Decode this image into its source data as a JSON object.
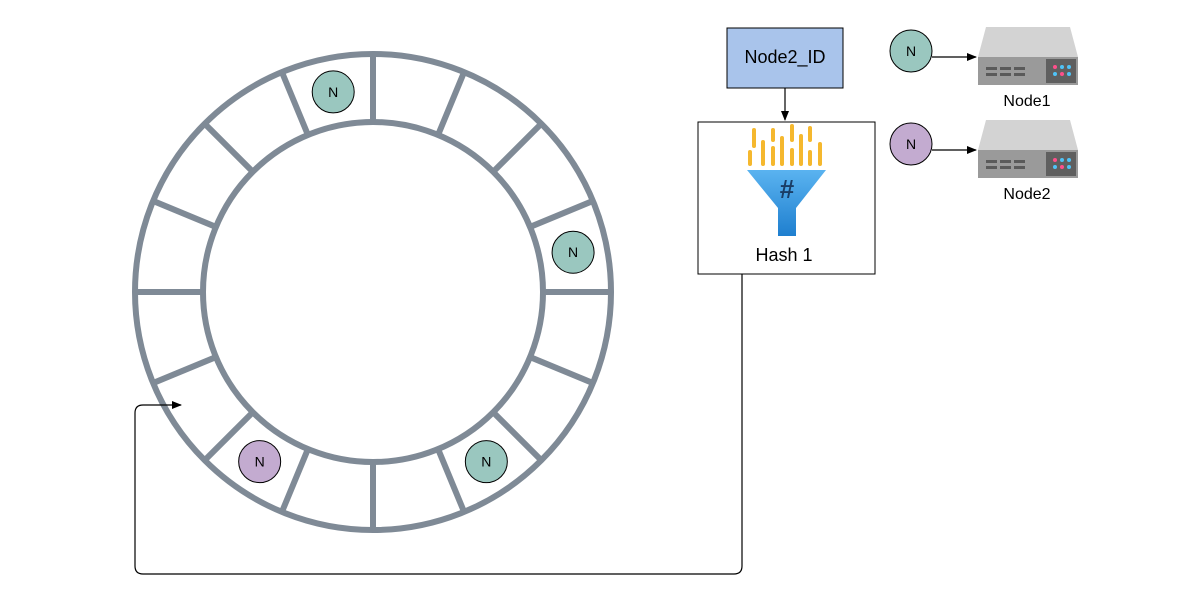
{
  "ring": {
    "segments": 16,
    "stroke_color": "#7f8a96",
    "nodes": [
      {
        "label": "N",
        "segment": 15,
        "color": "#9ac7bf"
      },
      {
        "label": "N",
        "segment": 3,
        "color": "#9ac7bf"
      },
      {
        "label": "N",
        "segment": 6,
        "color": "#9ac7bf"
      },
      {
        "label": "N",
        "segment": 9,
        "color": "#c3abd0"
      }
    ]
  },
  "node_id_box": {
    "text": "Node2_ID",
    "fill": "#a9c4eb"
  },
  "hash_box": {
    "label": "Hash 1",
    "icon": "funnel-hash-icon"
  },
  "legend": [
    {
      "node": "N",
      "color": "#9ac7bf",
      "server_label": "Node1",
      "icon": "server-icon"
    },
    {
      "node": "N",
      "color": "#c3abd0",
      "server_label": "Node2",
      "icon": "server-icon"
    }
  ]
}
